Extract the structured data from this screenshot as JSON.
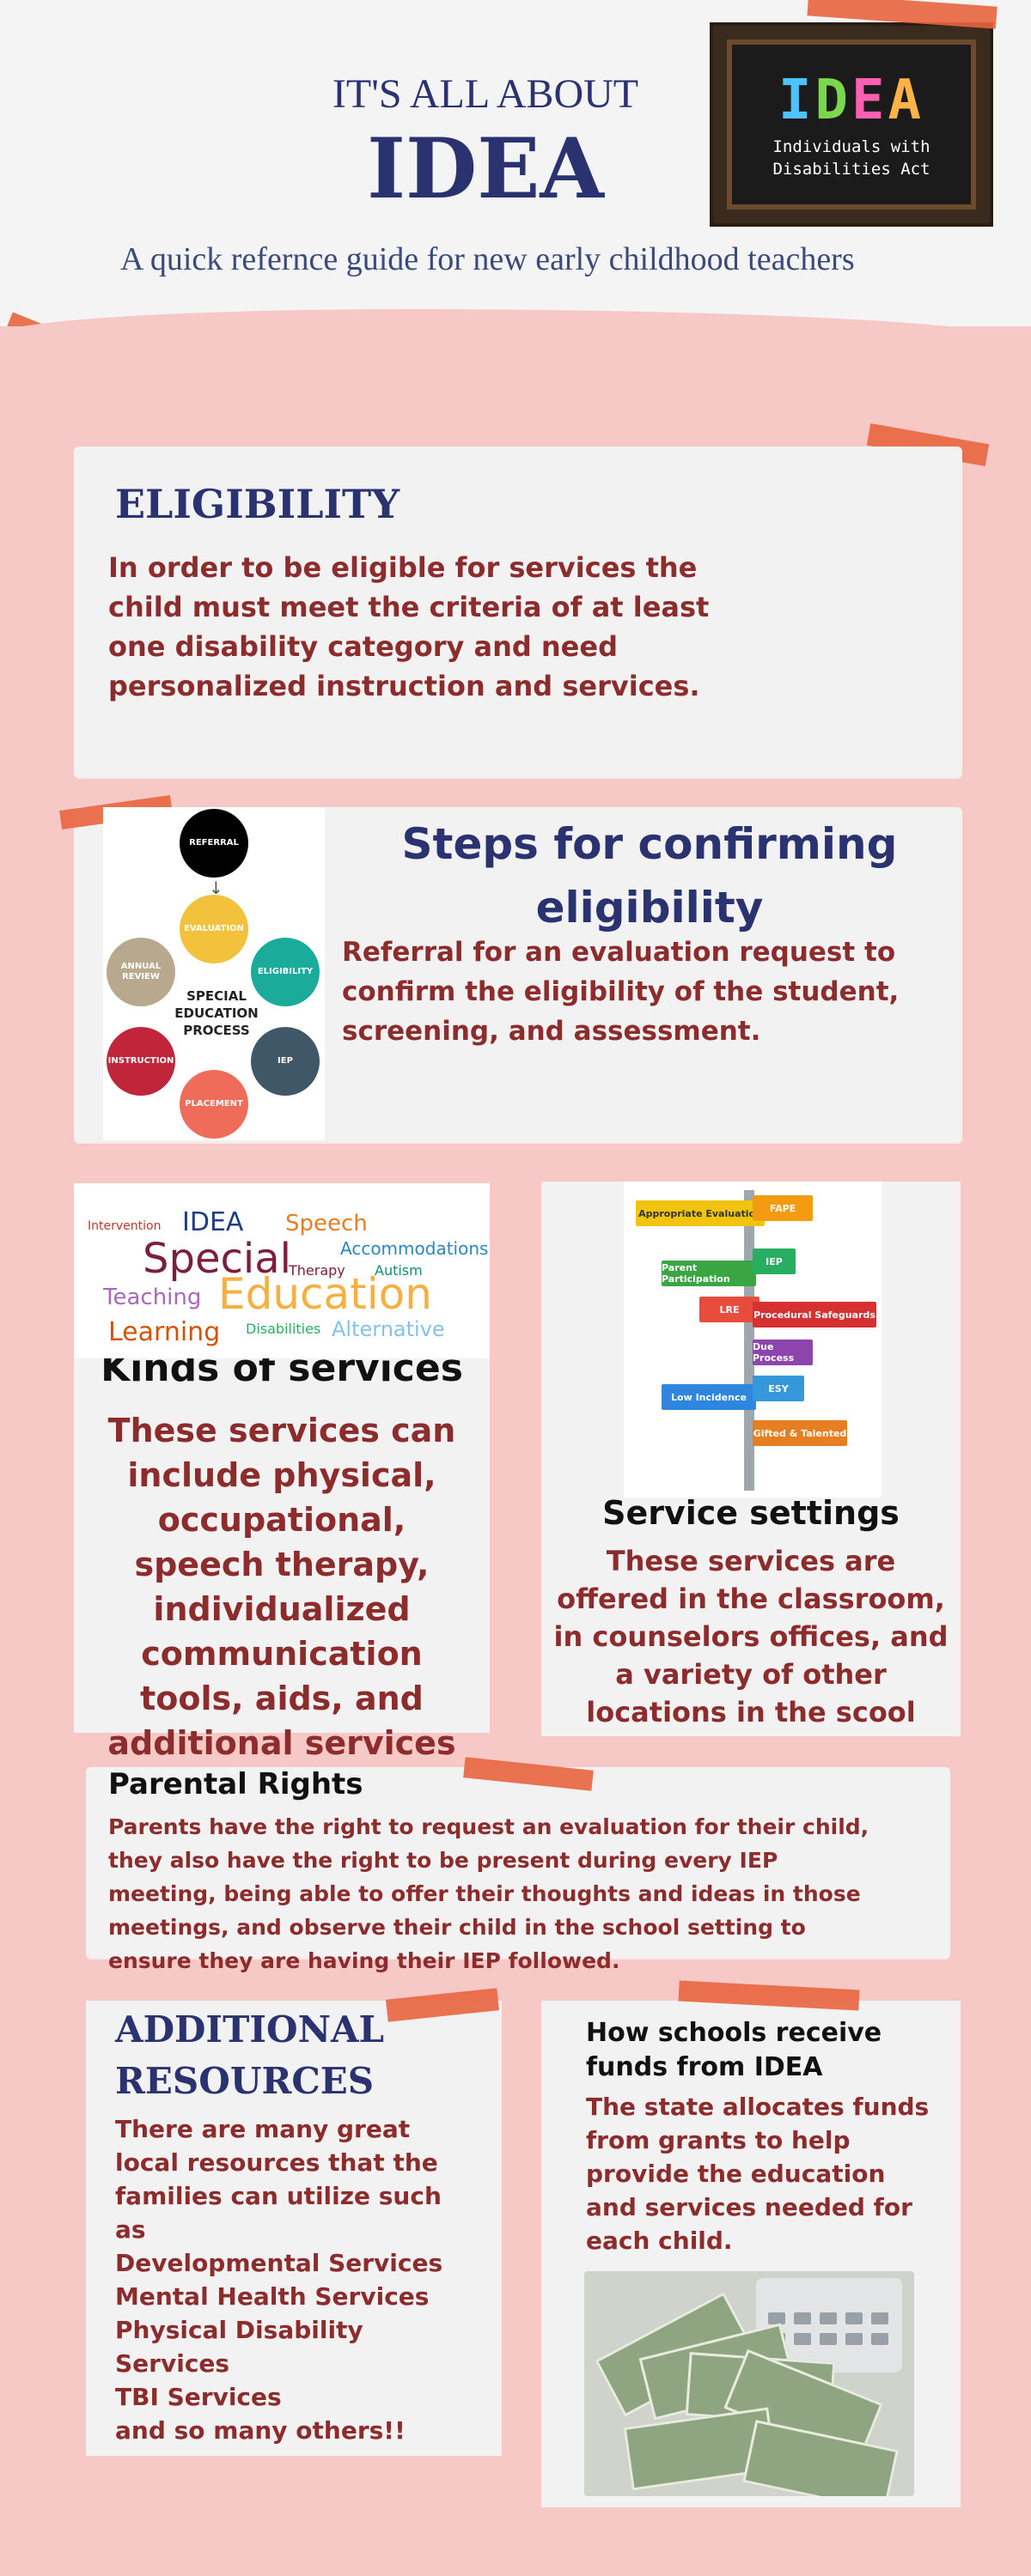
{
  "header": {
    "kicker": "IT'S ALL ABOUT",
    "title": "IDEA",
    "subtitle": "A quick refernce guide for new early childhood teachers",
    "chalkboard": {
      "letters": [
        {
          "char": "I",
          "color": "#4fc3ff"
        },
        {
          "char": "D",
          "color": "#7bd84a"
        },
        {
          "char": "E",
          "color": "#ff5fb3"
        },
        {
          "char": "A",
          "color": "#ffb347"
        }
      ],
      "line1": "Individuals with",
      "line2": "Disabilities Act"
    }
  },
  "eligibility": {
    "title": "ELIGIBILITY",
    "body": "In order to be eligible for services the child must meet the criteria of at least one disability category and need personalized instruction and services."
  },
  "steps": {
    "title": "Steps for confirming eligibility",
    "body": "Referral for an evaluation request to confirm the eligibility of the student, screening, and assessment.",
    "cycle": {
      "center": "SPECIAL EDUCATION PROCESS",
      "nodes": {
        "referral": {
          "label": "REFERRAL",
          "color": "#000000"
        },
        "evaluation": {
          "label": "EVALUATION",
          "color": "#f2c23c"
        },
        "eligibility": {
          "label": "ELIGIBILITY",
          "color": "#1aab9b"
        },
        "iep": {
          "label": "IEP",
          "color": "#3f5766"
        },
        "placement": {
          "label": "PLACEMENT",
          "color": "#ef6b5a"
        },
        "instruction": {
          "label": "INSTRUCTION",
          "color": "#c1253a"
        },
        "annual_review": {
          "label": "ANNUAL REVIEW",
          "color": "#b8a88d"
        }
      }
    }
  },
  "kinds": {
    "title": "Kinds of services",
    "body": "These services can include physical, occupational, speech therapy, individualized communication tools, aids, and additional services",
    "wordcloud": {
      "idea": "IDEA",
      "speech": "Speech",
      "intervention": "Intervention",
      "special": "Special",
      "accommodations": "Accommodations",
      "therapy": "Therapy",
      "autism": "Autism",
      "teaching": "Teaching",
      "education": "Education",
      "learning": "Learning",
      "disabilities": "Disabilities",
      "alternative": "Alternative"
    }
  },
  "settings": {
    "title": "Service settings",
    "body": "These services are offered in the classroom, in counselors offices, and a variety of other locations in the scool",
    "signs": {
      "appropriate_evaluation": "Appropriate Evaluation",
      "fape": "FAPE",
      "parent_participation": "Parent Participation",
      "iep": "IEP",
      "lre": "LRE",
      "procedural_safeguards": "Procedural Safeguards",
      "due_process": "Due Process",
      "low_incidence": "Low Incidence",
      "esy": "ESY",
      "gifted_talented": "Gifted & Talented"
    }
  },
  "parental": {
    "title": "Parental Rights",
    "body": "Parents have the right to request an evaluation for their child, they also have the right to be present during every IEP meeting, being able to offer their thoughts and ideas in those meetings, and observe their child in the school setting to ensure they are having their IEP followed."
  },
  "resources": {
    "title_line1": "ADDITIONAL",
    "title_line2": "RESOURCES",
    "intro": "There are many great local resources that the families can utilize such as",
    "items": [
      "Developmental Services",
      "Mental Health Services",
      "Physical Disability Services",
      "TBI Services",
      "and so many others!!"
    ]
  },
  "funds": {
    "title": "How schools receive funds from IDEA",
    "body": "The state allocates funds from grants to help provide the education and services needed for each child."
  },
  "colors": {
    "navy": "#2b3270",
    "maroon": "#8c2c2c",
    "pink_background": "#f6c9c7",
    "panel": "#f2f2f2",
    "tape": "#e8653f"
  }
}
